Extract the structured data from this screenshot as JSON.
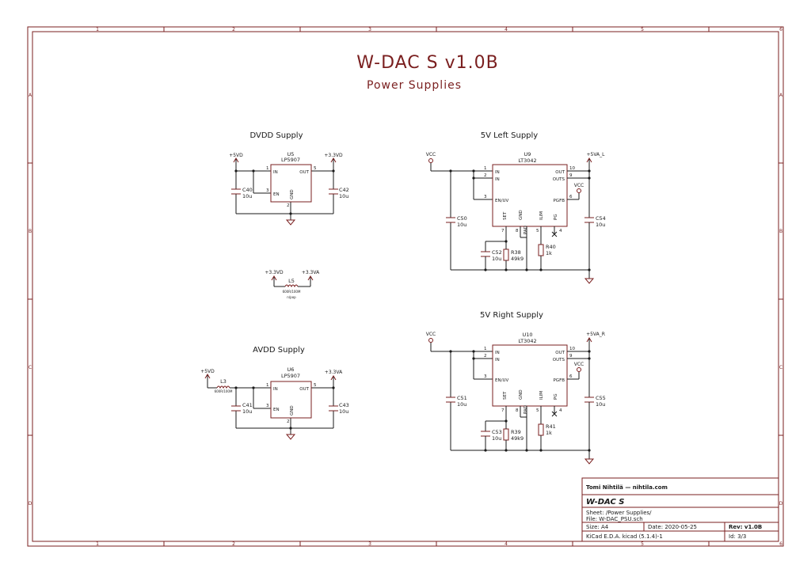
{
  "frame": {
    "cols": [
      "1",
      "2",
      "3",
      "4",
      "5",
      "6"
    ],
    "rows": [
      "A",
      "B",
      "C",
      "D"
    ]
  },
  "title": {
    "main": "W-DAC S v1.0B",
    "sub": "Power Supplies"
  },
  "sections": {
    "dvdd": "DVDD Supply",
    "avdd": "AVDD Supply",
    "left": "5V Left Supply",
    "right": "5V Right Supply"
  },
  "parts": {
    "u5": {
      "ref": "U5",
      "val": "LP5907",
      "in": "IN",
      "en": "EN",
      "out": "OUT",
      "gnd": "GND",
      "p1": "1",
      "p3": "3",
      "p5": "5",
      "p2": "2"
    },
    "u6": {
      "ref": "U6",
      "val": "LP5907",
      "in": "IN",
      "en": "EN",
      "out": "OUT",
      "gnd": "GND",
      "p1": "1",
      "p3": "3",
      "p5": "5",
      "p2": "2"
    },
    "u9": {
      "ref": "U9",
      "val": "LT3042"
    },
    "u10": {
      "ref": "U10",
      "val": "LT3042"
    },
    "lt": {
      "in": "IN",
      "en": "EN/UV",
      "out": "OUT",
      "outs": "OUTS",
      "pgfb": "PGFB",
      "set": "SET",
      "gnd": "GND",
      "pad": "PAD",
      "ilim": "ILIM",
      "pg": "PG",
      "p1": "1",
      "p2": "2",
      "p3": "3",
      "p10": "10",
      "p9": "9",
      "p6": "6",
      "p7": "7",
      "p8": "8",
      "p5": "5",
      "p4": "4"
    },
    "c40": {
      "ref": "C40",
      "val": "10u"
    },
    "c42": {
      "ref": "C42",
      "val": "10u"
    },
    "c41": {
      "ref": "C41",
      "val": "10u"
    },
    "c43": {
      "ref": "C43",
      "val": "10u"
    },
    "c50": {
      "ref": "C50",
      "val": "10u"
    },
    "c52": {
      "ref": "C52",
      "val": "10u"
    },
    "c54": {
      "ref": "C54",
      "val": "10u"
    },
    "c51": {
      "ref": "C51",
      "val": "10u"
    },
    "c53": {
      "ref": "C53",
      "val": "10u"
    },
    "c55": {
      "ref": "C55",
      "val": "10u"
    },
    "r38": {
      "ref": "R38",
      "val": "49k9"
    },
    "r39": {
      "ref": "R39",
      "val": "49k9"
    },
    "r40": {
      "ref": "R40",
      "val": "1k"
    },
    "r41": {
      "ref": "R41",
      "val": "1k"
    },
    "l5": {
      "ref": "L5",
      "val": "600R/100M",
      "note": "n/pop"
    },
    "l3": {
      "ref": "L3",
      "val": "600R/100M"
    }
  },
  "nets": {
    "v5": "+5VD",
    "v33d": "+3.3VD",
    "v33a": "+3.3VA",
    "vcc": "VCC",
    "v5l": "+5VA_L",
    "v5r": "+5VA_R"
  },
  "title_block": {
    "author": "Tomi Nihtilä — nihtila.com",
    "project": "W-DAC S",
    "sheet": "Sheet: /Power Supplies/",
    "file": "File: W-DAC_PSU.sch",
    "size": "Size: A4",
    "date": "Date: 2020-05-25",
    "rev": "Rev: v1.0B",
    "tool": "KiCad E.D.A.  kicad (5.1.4)-1",
    "id": "Id: 3/3"
  }
}
